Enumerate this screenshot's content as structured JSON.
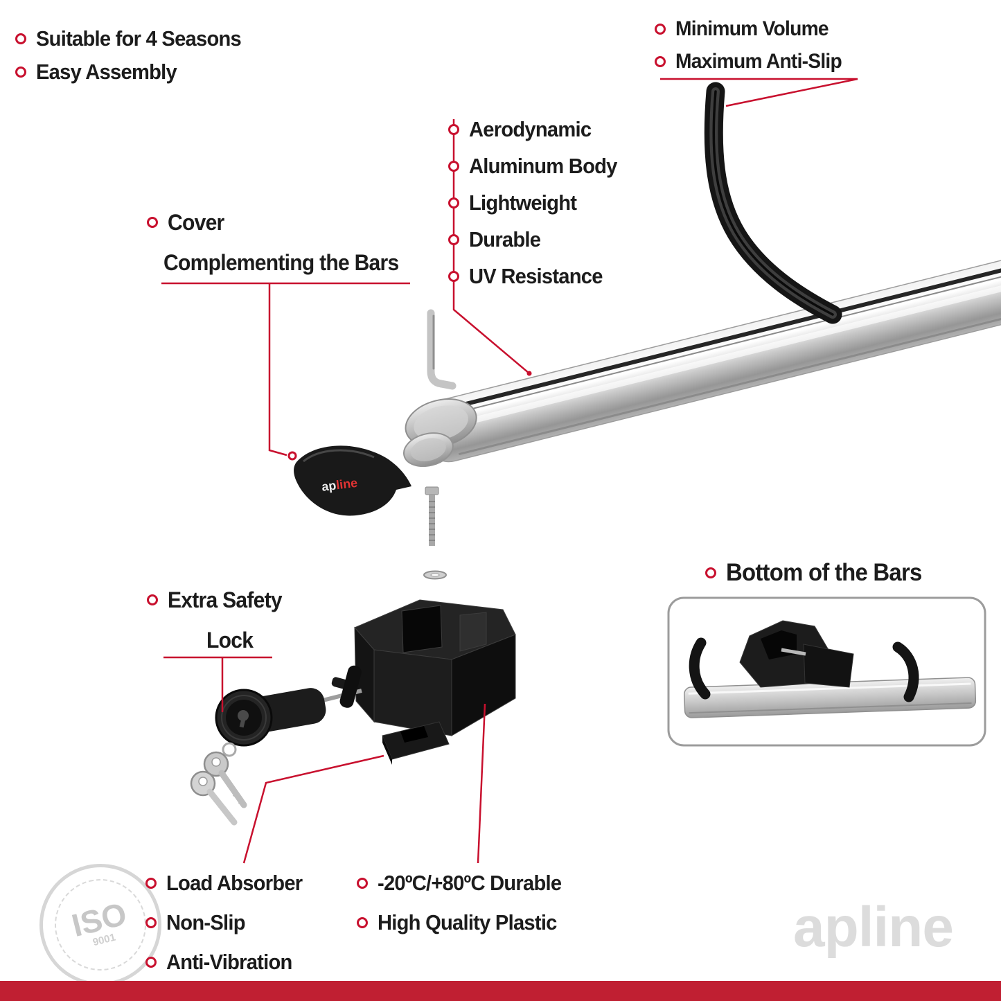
{
  "colors": {
    "accent_red": "#C8102E",
    "bottom_bar_red": "#C01F32",
    "text": "#1C1C1C",
    "metal_silver": "#C9C9C9",
    "plastic_black": "#1A1A1A"
  },
  "top_left_features": {
    "items": [
      "Suitable for 4 Seasons",
      "Easy Assembly"
    ]
  },
  "top_right_features": {
    "items": [
      "Minimum Volume",
      "Maximum Anti-Slip"
    ]
  },
  "bar_features": {
    "items": [
      "Aerodynamic",
      "Aluminum Body",
      "Lightweight",
      "Durable",
      "UV Resistance"
    ]
  },
  "cover_label": {
    "line1": "Cover",
    "line2": "Complementing the Bars"
  },
  "safety_label": {
    "line1": "Extra Safety",
    "line2": "Lock"
  },
  "inset": {
    "title": "Bottom of the Bars"
  },
  "bottom_left_features": {
    "items": [
      "Load Absorber",
      "Non-Slip",
      "Anti-Vibration"
    ]
  },
  "bottom_mid_features": {
    "items": [
      "-20ºC/+80ºC Durable",
      "High Quality Plastic"
    ]
  },
  "cover_logo": {
    "gray": "ap",
    "red": "line"
  },
  "watermarks": {
    "iso": "ISO",
    "iso_sub": "9001",
    "brand": "apline"
  }
}
